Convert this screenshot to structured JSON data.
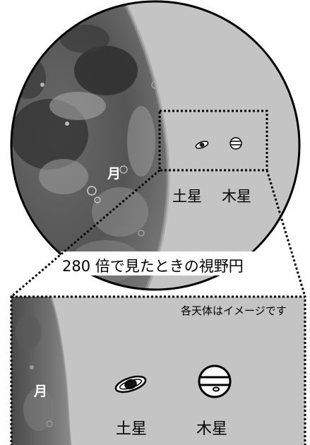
{
  "labels": {
    "moon_top": "月",
    "saturn_top": "土星",
    "jupiter_top": "木星",
    "field_of_view": "280 倍で見たときの視野円",
    "note": "各天体はイメージです",
    "moon_zoom": "月",
    "saturn_zoom": "土星",
    "jupiter_zoom": "木星"
  },
  "colors": {
    "sky": "#c4c4c4",
    "moon_dark": "#3a3a3a",
    "moon_light": "#9a9a9a",
    "frame": "#000000"
  }
}
